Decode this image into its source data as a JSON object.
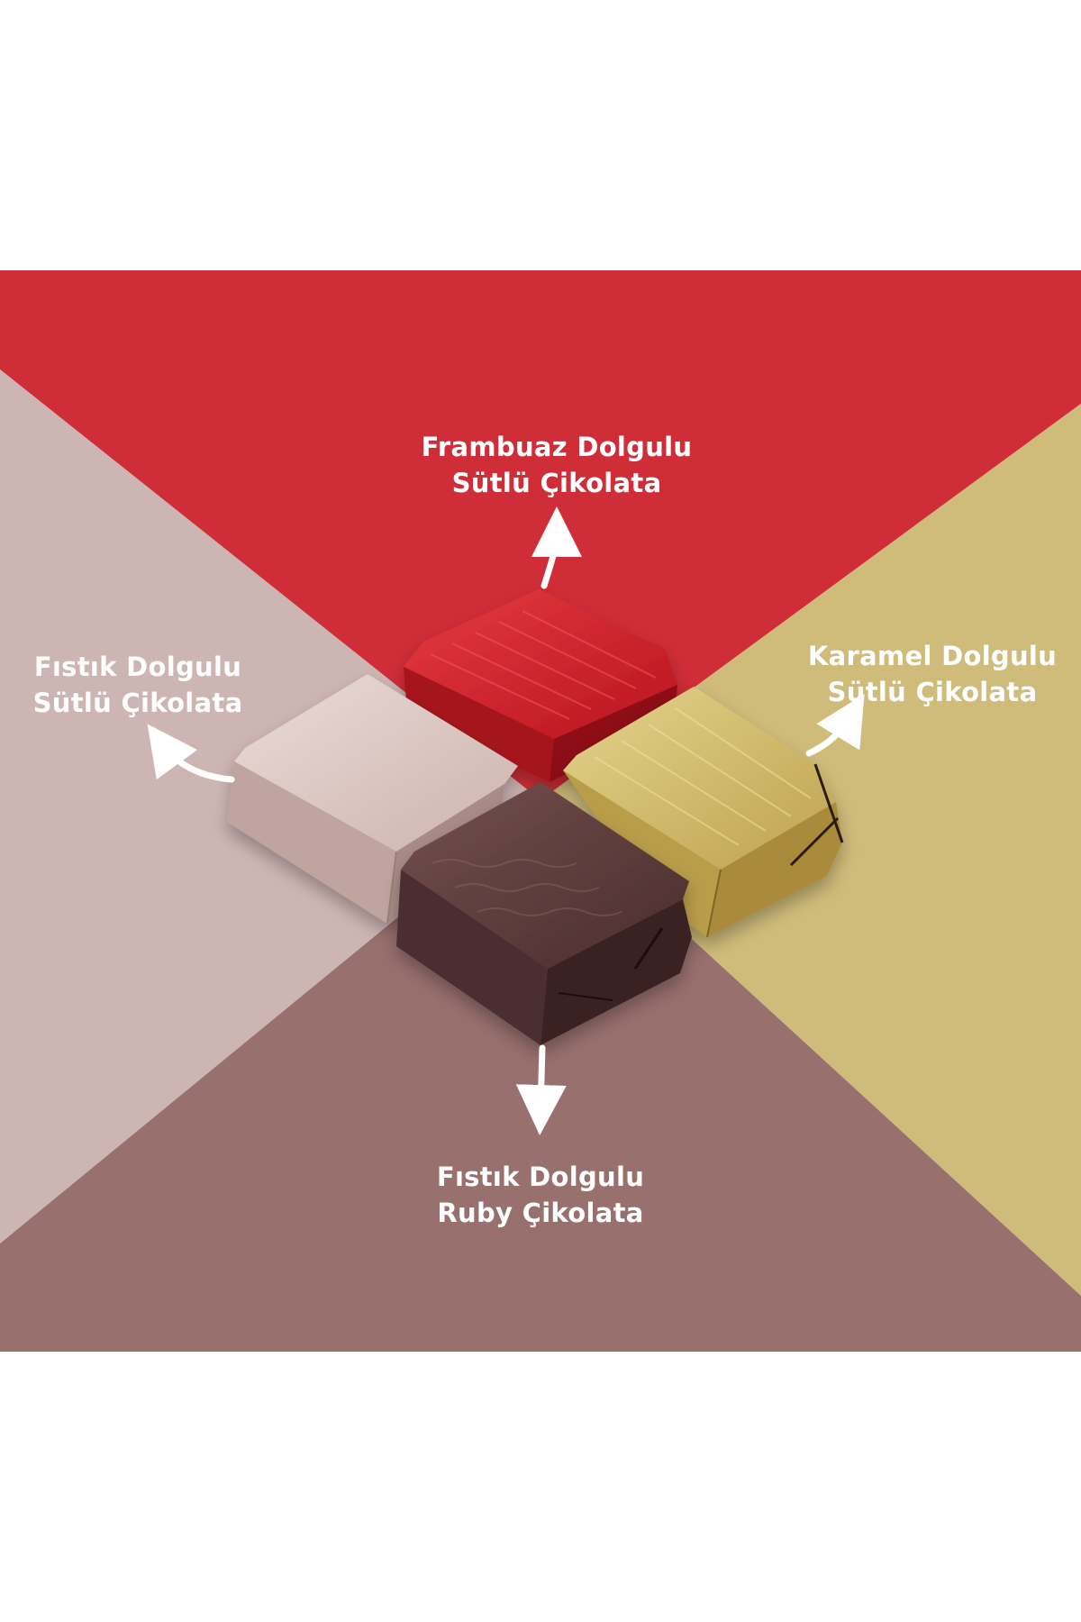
{
  "colors": {
    "page_background": "#ffffff",
    "red_panel": "#cf2d37",
    "pink_panel": "#cdb5b3",
    "gold_panel": "#cfbb7a",
    "mauve_panel": "#98706e",
    "red_foil": "#c81e28",
    "pink_foil": "#d9c2bd",
    "gold_foil": "#cdb565",
    "brown_foil": "#5c3a3a",
    "text": "#ffffff"
  },
  "labels": {
    "top": {
      "line1": "Frambuaz Dolgulu",
      "line2": "Sütlü Çikolata"
    },
    "left": {
      "line1": "Fıstık Dolgulu",
      "line2": "Sütlü Çikolata"
    },
    "right": {
      "line1": "Karamel Dolgulu",
      "line2": "Sütlü Çikolata"
    },
    "bottom": {
      "line1": "Fıstık Dolgulu",
      "line2": "Ruby Çikolata"
    }
  }
}
